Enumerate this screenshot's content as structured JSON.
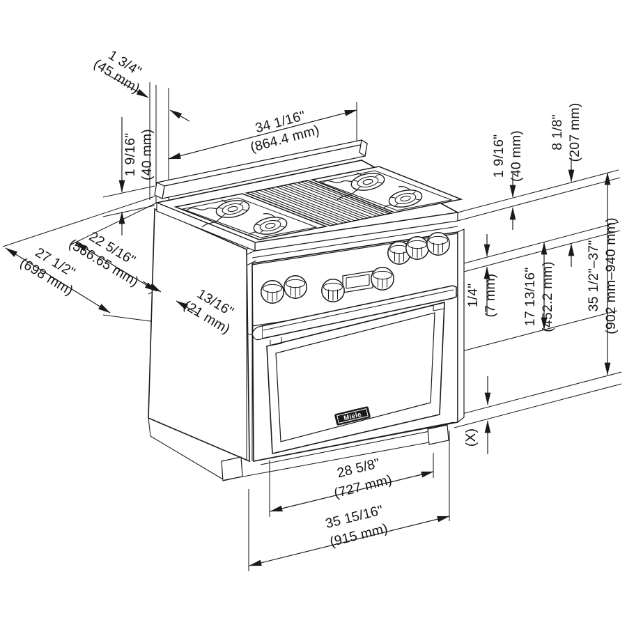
{
  "diagram": {
    "brand_badge": "Miele",
    "line_color": "#1a1a1a",
    "background": "#ffffff",
    "dims": {
      "rail_depth": {
        "inch": "1 3/4\"",
        "mm": "(45 mm)"
      },
      "rail_height_left": {
        "inch": "1 9/16\"",
        "mm": "(40 mm)"
      },
      "burner_box_width": {
        "inch": "34 1/16\"",
        "mm": "(864.4 mm)"
      },
      "rail_height_right": {
        "inch": "1 9/16\"",
        "mm": "(40 mm)"
      },
      "backguard_height": {
        "inch": "8 1/8\"",
        "mm": "(207 mm)"
      },
      "cooktop_depth": {
        "inch": "22 5/16\"",
        "mm": "(566.65 mm)"
      },
      "total_depth": {
        "inch": "27 1/2\"",
        "mm": "(698 mm)"
      },
      "front_overhang": {
        "inch": "13/16\"",
        "mm": "(21 mm)"
      },
      "panel_gap": {
        "inch": "1/4\"",
        "mm": "(7 mm)"
      },
      "door_height": {
        "inch": "17 13/16\"",
        "mm": "(452.2 mm)"
      },
      "counter_height": {
        "inch": "35 1/2\"–37\"",
        "mm": "(902 mm–940 mm)"
      },
      "adjustable_height": {
        "label": "(X)"
      },
      "door_width": {
        "inch": "28 5/8\"",
        "mm": "(727 mm)"
      },
      "total_width": {
        "inch": "35 15/16\"",
        "mm": "(915 mm)"
      }
    }
  }
}
